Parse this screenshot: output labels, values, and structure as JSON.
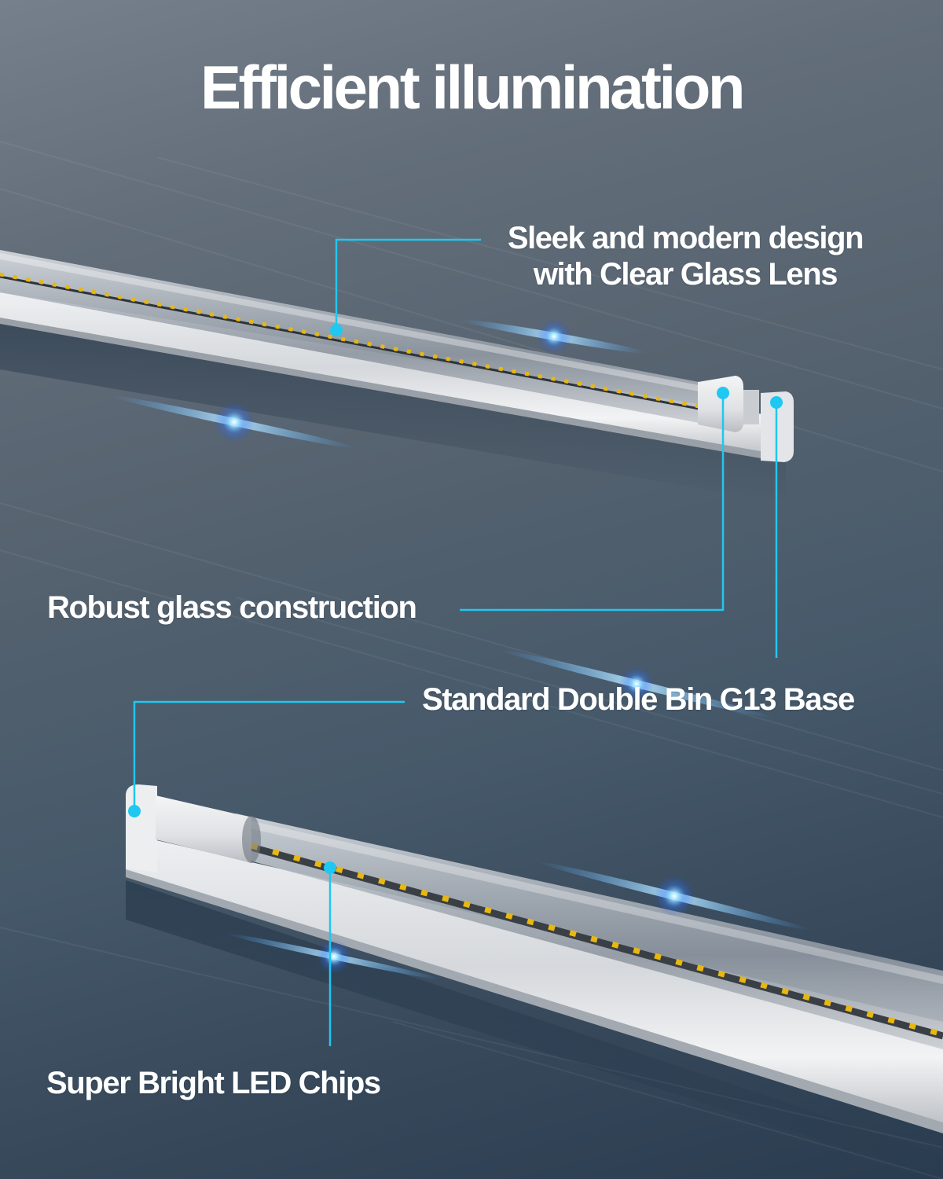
{
  "title": "Efficient illumination",
  "callouts": {
    "lens": {
      "line1": "Sleek and modern design",
      "line2": "with Clear Glass Lens"
    },
    "robust": {
      "label": "Robust glass construction"
    },
    "base": {
      "label": "Standard Double Bin G13 Base"
    },
    "chips": {
      "label": "Super Bright LED Chips"
    }
  },
  "colors": {
    "accent_cyan": "#1fc8f0",
    "led_chip_yellow": "#e8b80f",
    "background_top": "#76808c",
    "background_bottom": "#2a3c4f",
    "text": "#ffffff"
  },
  "icons": {
    "callout_marker": "cyan-dot-marker",
    "light_flare": "blue-lens-flare"
  }
}
